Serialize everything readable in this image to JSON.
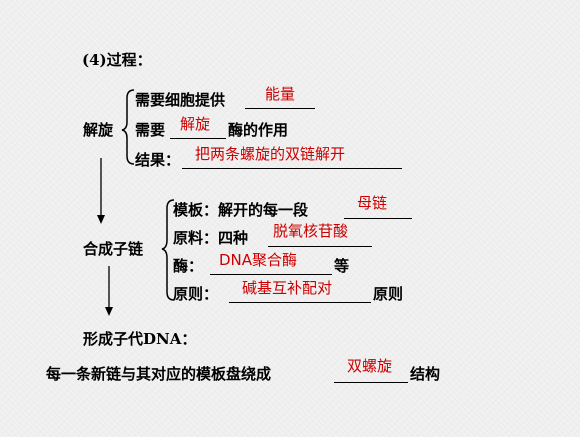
{
  "heading": "(4)过程：",
  "unwinding": {
    "title": "解旋",
    "row1": {
      "prefix": "需要细胞提供",
      "answer": "能量"
    },
    "row2": {
      "prefix": "需要",
      "answer": "解旋",
      "suffix": "酶的作用"
    },
    "row3": {
      "prefix": "结果：",
      "answer": "把两条螺旋的双链解开"
    }
  },
  "synthesis": {
    "title": "合成子链",
    "row1": {
      "prefix": "模板：解开的每一段",
      "answer": "母链"
    },
    "row2": {
      "prefix": "原料：四种",
      "answer": "脱氧核苷酸"
    },
    "row3": {
      "prefix": "酶：",
      "answer": "DNA聚合酶",
      "suffix": "等"
    },
    "row4": {
      "prefix": "原则：",
      "answer": "碱基互补配对",
      "suffix": "原则"
    }
  },
  "formation": {
    "title": "形成子代DNA："
  },
  "final": {
    "prefix": "每一条新链与其对应的模板盘绕成",
    "answer": "双螺旋",
    "suffix": "结构"
  },
  "colors": {
    "answer": "#cc0000",
    "text": "#000000",
    "background": "#f1f1f1"
  }
}
